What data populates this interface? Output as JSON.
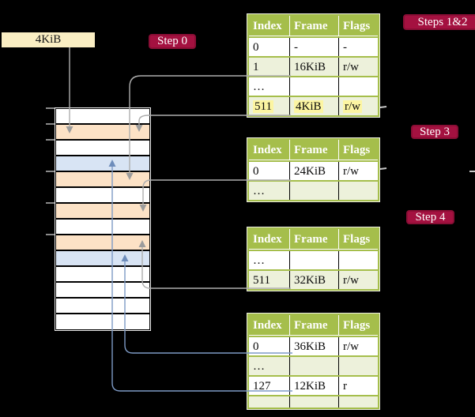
{
  "pointer_box": {
    "label": "4KiB"
  },
  "badges": {
    "step0": "Step 0",
    "steps12": "Steps 1&2",
    "step3": "Step 3",
    "step4": "Step 4"
  },
  "table_headers": [
    "Index",
    "Frame",
    "Flags"
  ],
  "table1": {
    "rows": [
      [
        "0",
        "-",
        "-"
      ],
      [
        "1",
        "16KiB",
        "r/w"
      ],
      [
        "…",
        "",
        ""
      ],
      [
        "511",
        "4KiB",
        "r/w"
      ]
    ]
  },
  "table2": {
    "rows": [
      [
        "0",
        "24KiB",
        "r/w"
      ],
      [
        "…",
        "",
        ""
      ]
    ]
  },
  "table3": {
    "rows": [
      [
        "…",
        "",
        ""
      ],
      [
        "511",
        "32KiB",
        "r/w"
      ]
    ]
  },
  "table4": {
    "rows": [
      [
        "0",
        "36KiB",
        "r/w"
      ],
      [
        "…",
        "",
        ""
      ],
      [
        "127",
        "12KiB",
        "r"
      ],
      [
        "…",
        "",
        ""
      ]
    ]
  },
  "memory": {
    "frame_kinds": [
      "free",
      "page-table",
      "free",
      "data",
      "page-table",
      "free",
      "page-table",
      "free",
      "page-table",
      "data",
      "free",
      "free",
      "free",
      "free"
    ]
  },
  "colors": {
    "badge_crimson": "#A41140",
    "table_header_green": "#A5BE4B",
    "row_tint_green": "#EDF1DB",
    "highlight_yellow": "#FCF5A2",
    "frame_page_table_peach": "#FCE2C6",
    "frame_data_blue": "#D8E4F4",
    "pointer_box_cream": "#FAEEC3",
    "connector_gray": "#AEAEAE",
    "connector_blue": "#7D9AC5"
  }
}
